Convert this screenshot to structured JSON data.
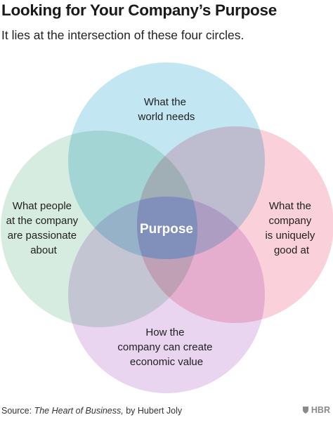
{
  "header": {
    "title": "Looking for Your Company’s Purpose",
    "subtitle": "It lies at the intersection of these four circles."
  },
  "circles": {
    "top": {
      "lines": [
        "What the",
        "world needs"
      ],
      "color": "#8fd3ea"
    },
    "left": {
      "lines": [
        "What people",
        "at the company",
        "are passionate",
        "about"
      ],
      "color": "#b5dcc6"
    },
    "right": {
      "lines": [
        "What the",
        "company",
        "is uniquely",
        "good at"
      ],
      "color": "#f6a9bb"
    },
    "bottom": {
      "lines": [
        "How the",
        "company can create",
        "economic value"
      ],
      "color": "#d8b3e6"
    }
  },
  "center": {
    "label": "Purpose",
    "color": "#7f8fbd"
  },
  "footer": {
    "source_prefix": "Source:",
    "source_title": "The Heart of Business,",
    "source_suffix": "by Hubert Joly",
    "brand": "HBR"
  }
}
